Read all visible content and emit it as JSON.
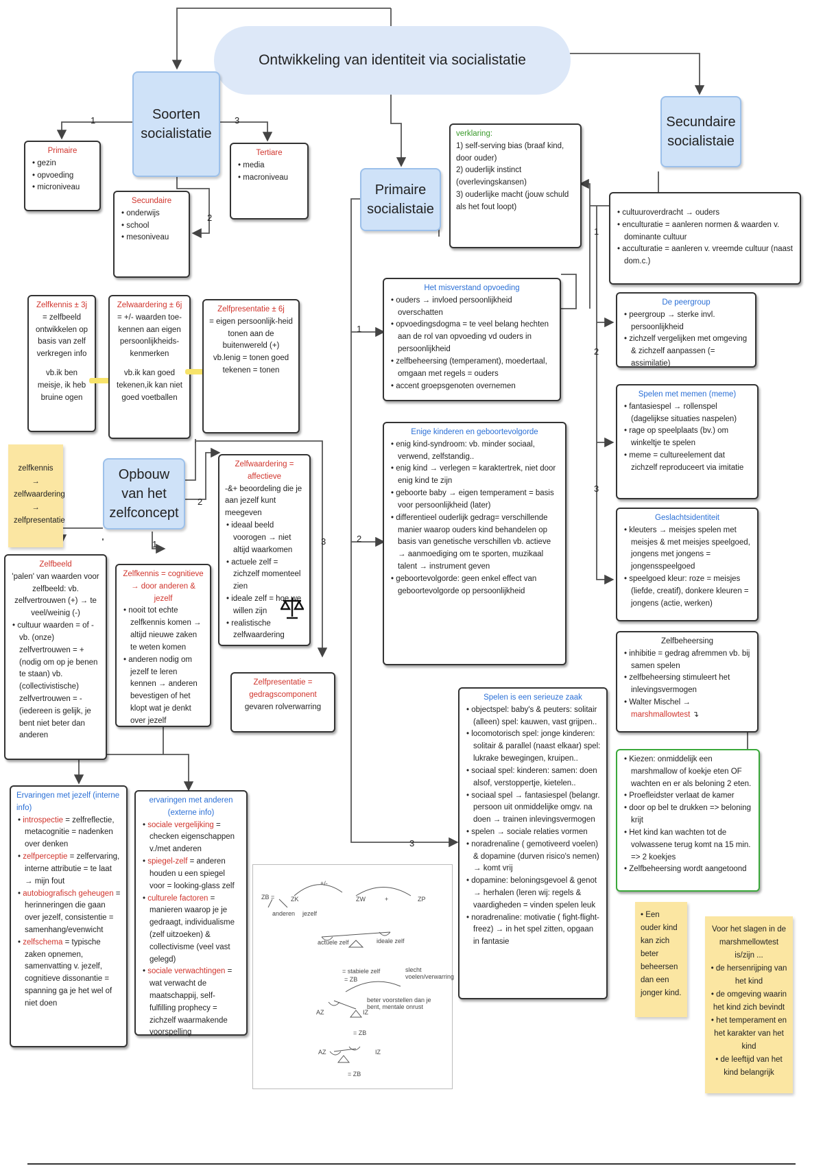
{
  "title": "Ontwikkeling van identiteit via socialistatie",
  "soorten": {
    "title": "Soorten socialistatie",
    "primaire": {
      "title": "Primaire",
      "items": [
        "gezin",
        "opvoeding",
        "microniveau"
      ]
    },
    "secundaire": {
      "title": "Secundaire",
      "items": [
        "onderwijs",
        "school",
        "mesoniveau"
      ]
    },
    "tertiaire": {
      "title": "Tertiare",
      "items": [
        "media",
        "macroniveau"
      ]
    }
  },
  "zelf": {
    "zelfkennis": {
      "title": "Zelfkennis ± 3j",
      "text": "= zelfbeeld ontwikkelen op basis van zelf verkregen info",
      "example": "vb.ik ben meisje, ik heb bruine ogen"
    },
    "zelfwaardering": {
      "title": "Zelwaardering ± 6j",
      "text": "= +/- waarden toe-kennen aan eigen persoonlijkheids-kenmerken",
      "example": "vb.ik kan goed tekenen,ik kan niet goed voetballen"
    },
    "zelfpresentatie": {
      "title": "Zelfpresentatie ± 6j",
      "text": "= eigen persoonlijk-heid tonen aan de buitenwereld (+)",
      "example": "vb.lenig = tonen goed tekenen = tonen"
    }
  },
  "sticky_order": {
    "lines": [
      "zelfkennis →",
      "zelfwaardering",
      "→",
      "zelfpresentatie"
    ]
  },
  "opbouw": {
    "title": "Opbouw van het zelfconcept",
    "zw_affectief": {
      "title": "Zelfwaardering = affectieve",
      "lead": "-&+ beoordeling die je aan jezelf kunt meegeven",
      "items": [
        "ideaal beeld voorogen → niet altijd waarkomen",
        "actuele zelf = zichzelf momenteel zien",
        "ideale zelf = hoe we willen zijn",
        "realistische zelfwaardering"
      ]
    },
    "zb": {
      "title": "Zelfbeeld",
      "text": "'palen' van waarden voor zelfbeeld: vb. zelfvertrouwen (+) → te veel/weinig (-)",
      "bullet": "cultuur waarden = of - vb. (onze) zelfvertrouwen = + (nodig om op je benen te staan) vb. (collectivistische) zelfvertrouwen = - (iedereen is gelijk, je bent niet beter dan anderen"
    },
    "zk_cognitief": {
      "title": "Zelfkennis = cognitieve → door anderen & jezelf",
      "items": [
        "nooit tot echte zelfkennis komen → altijd nieuwe zaken te weten komen",
        "anderen nodig om jezelf te leren kennen → anderen bevestigen of het klopt wat je denkt over jezelf"
      ]
    },
    "zp_gedrag": {
      "title": "Zelfpresentatie = gedragscomponent",
      "text": "gevaren rolverwarring"
    }
  },
  "ervaringen_jezelf": {
    "title": "Ervaringen met jezelf (interne info)",
    "items": [
      {
        "key": "introspectie",
        "rest": " = zelfreflectie, metacognitie = nadenken over denken"
      },
      {
        "key": "zelfperceptie",
        "rest": " = zelfervaring, interne attributie = te laat → mijn fout"
      },
      {
        "key": "autobiografisch geheugen",
        "rest": " = herinneringen die gaan over jezelf, consistentie = samenhang/evenwicht"
      },
      {
        "key": "zelfschema",
        "rest": " = typische zaken opnemen, samenvatting v. jezelf, cognitieve dissonantie = spanning ga je het wel of niet doen"
      }
    ]
  },
  "ervaringen_anderen": {
    "title": "ervaringen met anderen (externe info)",
    "items": [
      {
        "key": "sociale vergelijking",
        "rest": " = checken eigenschappen v./met anderen"
      },
      {
        "key": "spiegel-zelf",
        "rest": " = anderen houden u een spiegel voor = looking-glass zelf"
      },
      {
        "key": "culturele factoren",
        "rest": " = manieren waarop je je gedraagt, individualisme (zelf uitzoeken) & collectivisme (veel vast gelegd)"
      },
      {
        "key": "sociale verwachtingen",
        "rest": " = wat verwacht de maatschappij, self-fulfilling prophecy = zichzelf waarmakende voorspelling"
      }
    ]
  },
  "sketch": {
    "labels": [
      "ZB =",
      "ZK",
      "+/-",
      "ZW",
      "+",
      "ZP",
      "anderen",
      "jezelf",
      "actuele zelf",
      "ideale zelf",
      "= stabiele zelf",
      "= ZB",
      "slecht voelen/verwarring",
      "beter voorstellen dan je bent, mentale onrust",
      "= ZB",
      "= ZB",
      "AZ",
      "IZ",
      "AZ",
      "IZ"
    ]
  },
  "primaire_hub": {
    "title": "Primaire socialistaie"
  },
  "verklaring": {
    "title": "verklaring:",
    "items": [
      "1) self-serving bias (braaf kind, door ouder)",
      "2) ouderlijk instinct (overlevingskansen)",
      "3) ouderlijke macht (jouw schuld als het fout loopt)"
    ]
  },
  "misverstand": {
    "title": "Het misverstand opvoeding",
    "items": [
      "ouders → invloed persoonlijkheid overschatten",
      "opvoedingsdogma = te veel belang hechten aan de rol van opvoeding vd ouders in persoonlijkheid",
      "zelfbeheersing (temperament), moedertaal, omgaan met regels = ouders",
      "accent groepsgenoten overnemen"
    ]
  },
  "enige": {
    "title": "Enige kinderen en geboortevolgorde",
    "items": [
      "enig kind-syndroom: vb. minder sociaal, verwend, zelfstandig..",
      "enig kind → verlegen = karaktertrek, niet door enig kind te zijn",
      "geboorte baby → eigen temperament = basis voor persoonlijkheid (later)",
      "differentieel ouderlijk gedrag= verschillende manier waarop ouders kind behandelen op basis van genetische verschillen vb. actieve → aanmoediging om te sporten, muzikaal talent → instrument geven",
      "geboortevolgorde: geen enkel effect van geboortevolgorde op persoonlijkheid"
    ]
  },
  "spelen": {
    "title": "Spelen is een serieuze zaak",
    "items": [
      "objectspel: baby's & peuters: solitair (alleen) spel: kauwen, vast grijpen..",
      "locomotorisch spel: jonge kinderen: solitair & parallel (naast elkaar) spel: lukrake bewegingen, kruipen..",
      "sociaal spel: kinderen: samen: doen alsof, verstoppertje, kietelen..",
      "sociaal spel → fantasiespel (belangr. persoon uit onmiddelijke omgv. na doen → trainen inlevingsvermogen",
      "spelen → sociale relaties vormen",
      "noradrenaline ( gemotiveerd voelen) & dopamine (durven risico's nemen) → komt vrij",
      "dopamine: beloningsgevoel & genot → herhalen (leren wij: regels & vaardigheden = vinden spelen leuk",
      "noradrenaline: motivatie ( fight-flight-freez) → in het spel zitten, opgaan in fantasie"
    ]
  },
  "secundaire_hub": {
    "title": "Secundaire socialistaie"
  },
  "cultuur": {
    "items": [
      "cultuuroverdracht → ouders",
      "enculturatie = aanleren normen & waarden v. dominante cultuur",
      "acculturatie = aanleren v. vreemde cultuur (naast dom.c.)"
    ]
  },
  "peergroup": {
    "title": "De peergroup",
    "items": [
      "peergroup → sterke invl. persoonlijkheid",
      "zichzelf vergelijken met omgeving & zichzelf aanpassen (= assimilatie)"
    ]
  },
  "memen": {
    "title": "Spelen met memen (meme)",
    "items": [
      "fantasiespel → rollenspel (dagelijkse situaties naspelen)",
      "rage op speelplaats (bv.) om winkeltje te spelen",
      "meme = cultureelement dat zichzelf reproduceert via imitatie"
    ]
  },
  "geslacht": {
    "title": "Geslachtsidentiteit",
    "items": [
      "kleuters → meisjes spelen met meisjes & met meisjes speelgoed, jongens met jongens = jongensspeelgoed",
      "speelgoed kleur: roze = meisjes (liefde, creatif), donkere kleuren = jongens (actie, werken)"
    ]
  },
  "zelfbeheersing": {
    "title": "Zelfbeheersing",
    "items": [
      "inhibitie = gedrag afremmen vb. bij samen spelen",
      "zelfbeheersing stimuleert het inlevingsvermogen"
    ],
    "last_prefix": "Walter Mischel → ",
    "last_key": "marshmallowtest",
    "last_suffix": " ↴"
  },
  "marsh": {
    "items": [
      "Kiezen: onmiddelijk een marshmallow of koekje eten OF wachten en er als beloning 2 eten.",
      "Proefleidster verlaat de kamer",
      "door op bel te drukken => beloning krijt",
      "Het kind kan wachten tot de volwassene terug komt na 15 min. => 2 koekjes",
      "Zelfbeheersing wordt aangetoond"
    ]
  },
  "note_ouder": {
    "lines": [
      "• Een ouder kind kan zich beter beheersen dan een jonger kind."
    ]
  },
  "note_slagen": {
    "title": "Voor het slagen in de marshmellowtest is/zijn ...",
    "items": [
      "de hersenrijping van het kind",
      "de omgeving waarin het kind zich bevindt",
      "het temperament en het karakter van het kind",
      "de leeftijd van het kind belangrijk"
    ]
  },
  "numbers": [
    "1",
    "3",
    "2",
    "1",
    "2",
    "3",
    "1",
    "2",
    "3",
    "1",
    "2",
    "3"
  ],
  "colors": {
    "hub_fill": "#cfe2f8",
    "sticky": "#fbe6a2",
    "red": "#d0342c",
    "blue": "#2a6fd6",
    "green": "#3a9a2a",
    "green_border": "#3aa83a"
  }
}
